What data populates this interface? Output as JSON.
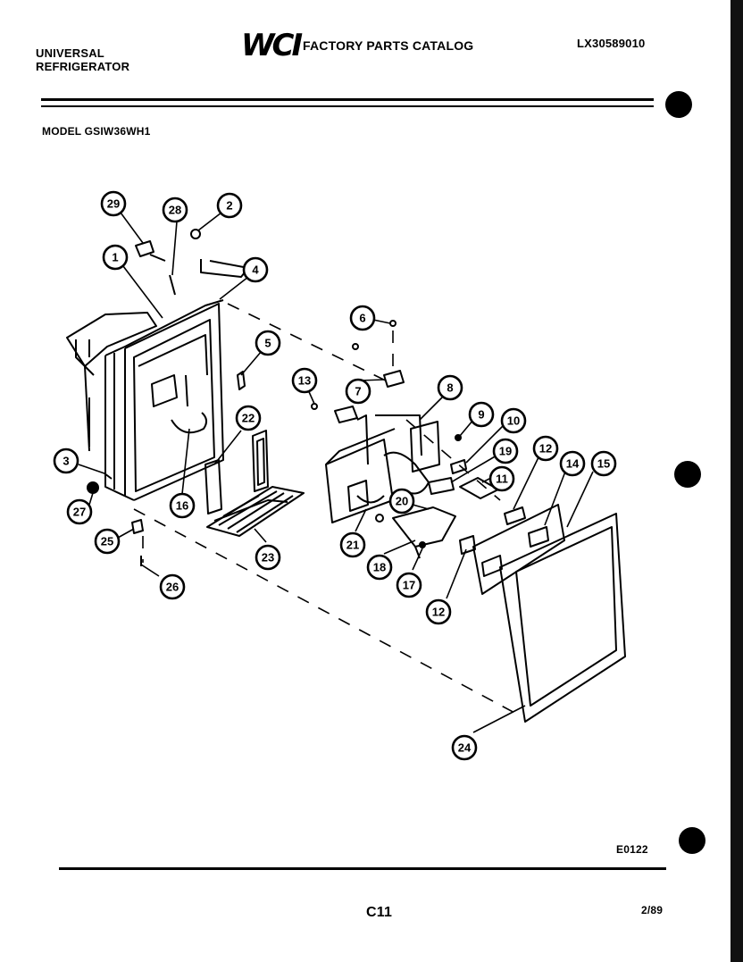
{
  "header": {
    "brand_line1": "UNIVERSAL",
    "brand_line2": "REFRIGERATOR",
    "logo_text": "WCI",
    "catalog_title": "FACTORY PARTS CATALOG",
    "catalog_number": "LX30589010",
    "model_label": "MODEL GSIW36WH1"
  },
  "diagram": {
    "callouts": [
      {
        "id": "29",
        "label": "29"
      },
      {
        "id": "28",
        "label": "28"
      },
      {
        "id": "2",
        "label": "2"
      },
      {
        "id": "1",
        "label": "1"
      },
      {
        "id": "4",
        "label": "4"
      },
      {
        "id": "5",
        "label": "5"
      },
      {
        "id": "6",
        "label": "6"
      },
      {
        "id": "7",
        "label": "7"
      },
      {
        "id": "8",
        "label": "8"
      },
      {
        "id": "9",
        "label": "9"
      },
      {
        "id": "10",
        "label": "10"
      },
      {
        "id": "19",
        "label": "19"
      },
      {
        "id": "11",
        "label": "11"
      },
      {
        "id": "12a",
        "label": "12"
      },
      {
        "id": "14",
        "label": "14"
      },
      {
        "id": "15",
        "label": "15"
      },
      {
        "id": "13",
        "label": "13"
      },
      {
        "id": "22",
        "label": "22"
      },
      {
        "id": "3",
        "label": "3"
      },
      {
        "id": "16",
        "label": "16"
      },
      {
        "id": "20",
        "label": "20"
      },
      {
        "id": "27",
        "label": "27"
      },
      {
        "id": "23",
        "label": "23"
      },
      {
        "id": "21",
        "label": "21"
      },
      {
        "id": "25",
        "label": "25"
      },
      {
        "id": "18",
        "label": "18"
      },
      {
        "id": "17",
        "label": "17"
      },
      {
        "id": "26",
        "label": "26"
      },
      {
        "id": "12b",
        "label": "12"
      },
      {
        "id": "24",
        "label": "24"
      }
    ]
  },
  "footer": {
    "figure_code": "E0122",
    "page_code": "C11",
    "date_code": "2/89"
  }
}
